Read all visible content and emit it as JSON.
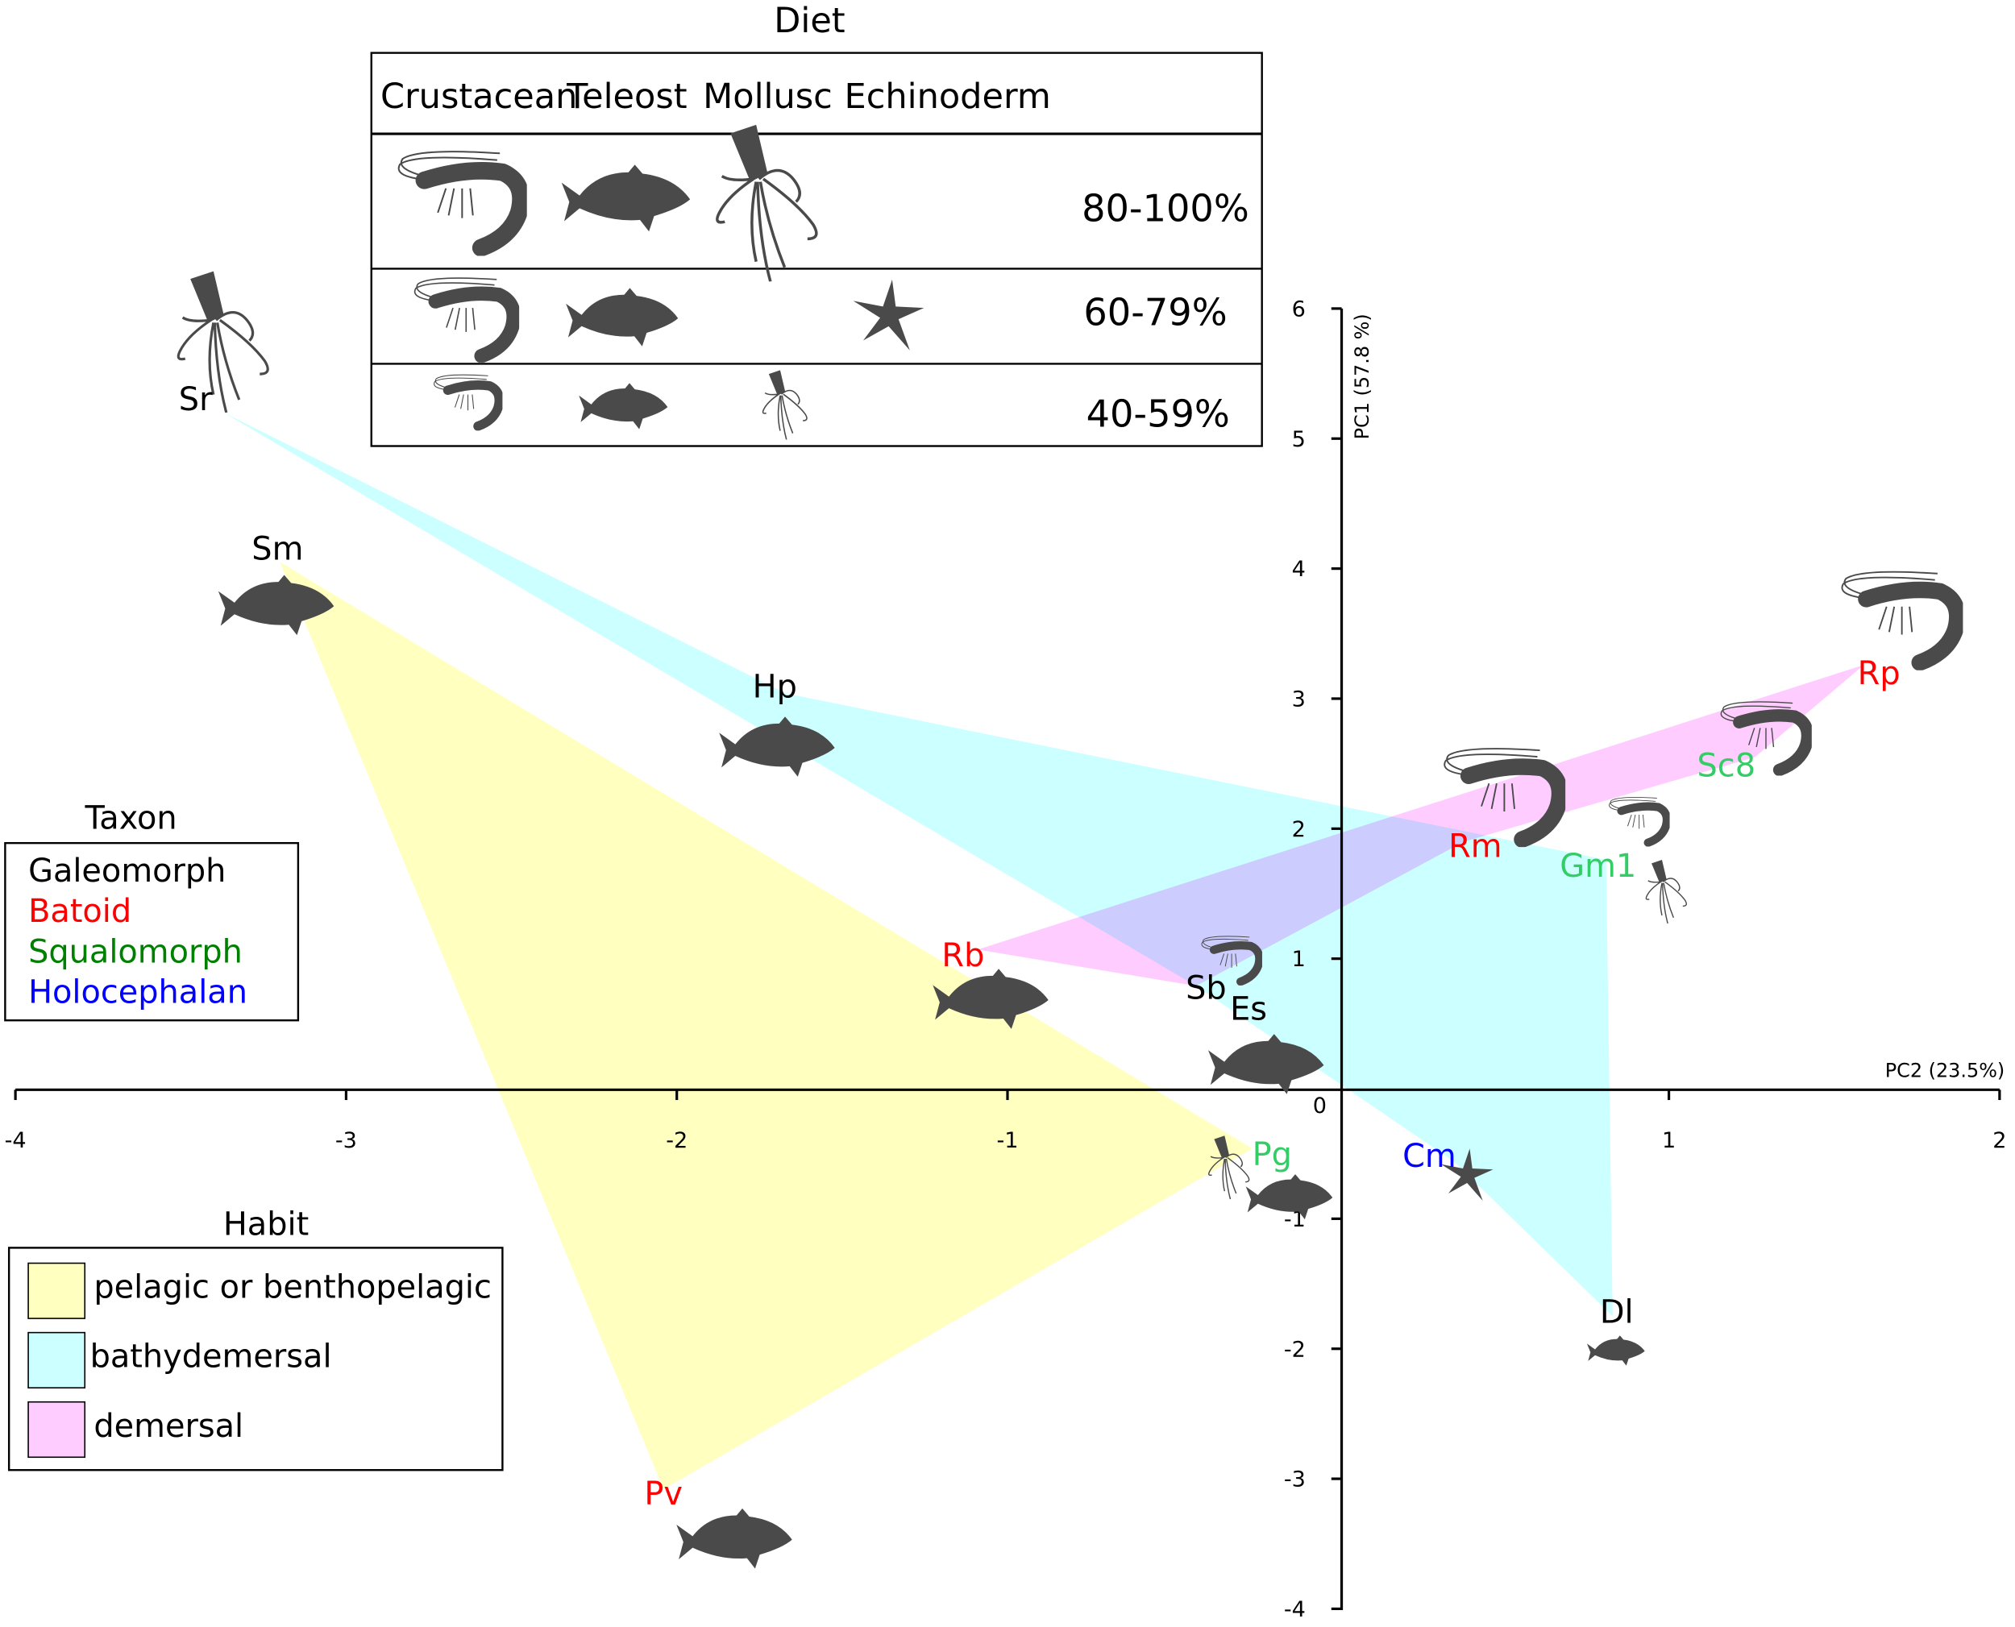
{
  "chart_data": {
    "type": "scatter",
    "xlabel": "PC2 (23.5%)",
    "ylabel": "PC1 (57.8 %)",
    "xlim": [
      -4,
      2
    ],
    "ylim": [
      -4,
      6
    ],
    "x_ticks": [
      "-4",
      "-3",
      "-2",
      "-1",
      "0",
      "1",
      "2"
    ],
    "y_ticks": [
      "-4",
      "-3",
      "-2",
      "-1",
      "0",
      "1",
      "2",
      "3",
      "4",
      "5",
      "6"
    ],
    "grid": false,
    "points": [
      {
        "label": "Sr",
        "x": -3.37,
        "y": 5.2,
        "taxon": "Galeomorph",
        "habit": "bathydemersal",
        "diet": [
          {
            "item": "Mollusc",
            "class": "80-100%"
          }
        ]
      },
      {
        "label": "Sm",
        "x": -3.2,
        "y": 4.05,
        "taxon": "Galeomorph",
        "habit": "pelagic or benthopelagic",
        "diet": [
          {
            "item": "Teleost",
            "class": "80-100%"
          }
        ]
      },
      {
        "label": "Hp",
        "x": -1.67,
        "y": 3.04,
        "taxon": "Galeomorph",
        "habit": "bathydemersal",
        "diet": [
          {
            "item": "Teleost",
            "class": "80-100%"
          }
        ]
      },
      {
        "label": "Rb",
        "x": -1.09,
        "y": 1.07,
        "taxon": "Batoid",
        "habit": "demersal",
        "diet": [
          {
            "item": "Teleost",
            "class": "80-100%"
          }
        ]
      },
      {
        "label": "Sb",
        "x": -0.43,
        "y": 0.79,
        "taxon": "Galeomorph",
        "habit": "demersal",
        "diet": [
          {
            "item": "Crustacean",
            "class": "40-59%"
          }
        ]
      },
      {
        "label": "Es",
        "x": -0.16,
        "y": 0.47,
        "taxon": "Galeomorph",
        "habit": "bathydemersal",
        "diet": [
          {
            "item": "Teleost",
            "class": "80-100%"
          }
        ]
      },
      {
        "label": "Pg",
        "x": -0.26,
        "y": -0.46,
        "taxon": "Squalomorph",
        "habit": "pelagic or benthopelagic",
        "diet": [
          {
            "item": "Mollusc",
            "class": "40-59%"
          },
          {
            "item": "Teleost",
            "class": "60-79%"
          }
        ]
      },
      {
        "label": "Cm",
        "x": 0.35,
        "y": -0.56,
        "taxon": "Holocephalan",
        "habit": "bathydemersal",
        "diet": [
          {
            "item": "Echinoderm",
            "class": "60-79%"
          }
        ]
      },
      {
        "label": "Dl",
        "x": 0.83,
        "y": -1.75,
        "taxon": "Galeomorph",
        "habit": "bathydemersal",
        "diet": [
          {
            "item": "Teleost",
            "class": "40-59%"
          }
        ]
      },
      {
        "label": "Pv",
        "x": -2.04,
        "y": -3.08,
        "taxon": "Batoid",
        "habit": "pelagic or benthopelagic",
        "diet": [
          {
            "item": "Teleost",
            "class": "80-100%"
          }
        ]
      },
      {
        "label": "Rm",
        "x": 0.38,
        "y": 1.9,
        "taxon": "Batoid",
        "habit": "demersal",
        "diet": [
          {
            "item": "Crustacean",
            "class": "80-100%"
          }
        ]
      },
      {
        "label": "Gm1",
        "x": 0.81,
        "y": 1.76,
        "taxon": "Squalomorph",
        "habit": "bathydemersal",
        "diet": [
          {
            "item": "Crustacean",
            "class": "40-59%"
          },
          {
            "item": "Mollusc",
            "class": "40-59%"
          }
        ]
      },
      {
        "label": "Sc8",
        "x": 1.26,
        "y": 2.55,
        "taxon": "Squalomorph",
        "habit": "demersal",
        "diet": [
          {
            "item": "Crustacean",
            "class": "60-79%"
          }
        ]
      },
      {
        "label": "Rp",
        "x": 1.59,
        "y": 3.26,
        "taxon": "Batoid",
        "habit": "demersal",
        "diet": [
          {
            "item": "Crustacean",
            "class": "80-100%"
          }
        ]
      }
    ],
    "hulls": [
      {
        "habit": "pelagic or benthopelagic",
        "vertices": [
          "Sm",
          "Pg",
          "Pv"
        ]
      },
      {
        "habit": "bathydemersal",
        "vertices": [
          "Sr",
          "Hp",
          "Gm1",
          "Dl",
          "Cm",
          "Sb"
        ]
      },
      {
        "habit": "demersal",
        "vertices": [
          "Rb",
          "Rp",
          "Sc8",
          "Rm",
          "Sb"
        ]
      }
    ]
  },
  "taxon_legend": {
    "title": "Taxon",
    "items": [
      {
        "label": "Galeomorph",
        "color": "#000000"
      },
      {
        "label": "Batoid",
        "color": "#ff0000"
      },
      {
        "label": "Squalomorph",
        "color": "#008000"
      },
      {
        "label": "Holocephalan",
        "color": "#0000ff"
      }
    ],
    "point_label_colors": {
      "Galeomorph": "#000000",
      "Batoid": "#ff0000",
      "Squalomorph": "#33cc66",
      "Holocephalan": "#0000ff"
    }
  },
  "habit_legend": {
    "title": "Habit",
    "items": [
      {
        "label": "pelagic or benthopelagic",
        "color": "#ffffbf"
      },
      {
        "label": "bathydemersal",
        "color": "#ccffff"
      },
      {
        "label": "demersal",
        "color": "#ffccff"
      }
    ]
  },
  "diet_legend": {
    "title": "Diet",
    "columns": [
      "Crustacean",
      "Teleost",
      "Mollusc",
      "Echinoderm"
    ],
    "rows": [
      {
        "label": "80-100%",
        "icons": [
          "shrimp",
          "fish",
          "squid"
        ]
      },
      {
        "label": "60-79%",
        "icons": [
          "shrimp",
          "fish",
          "starfish"
        ]
      },
      {
        "label": "40-59%",
        "icons": [
          "shrimp",
          "fish",
          "squid"
        ]
      }
    ]
  },
  "icon_color": "#4a4a4a"
}
